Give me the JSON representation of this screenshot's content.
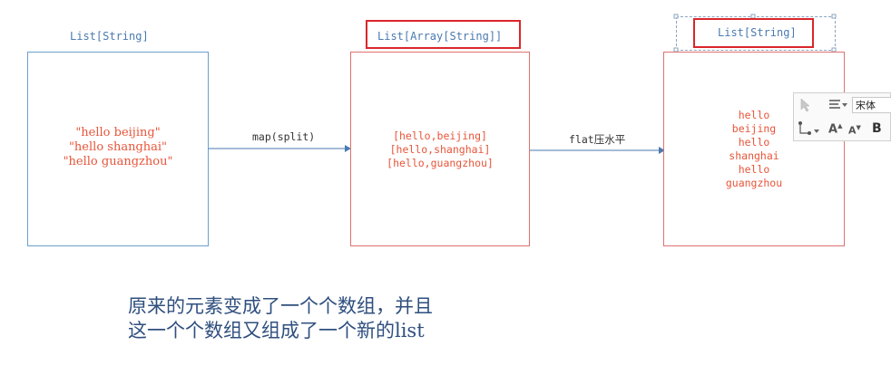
{
  "diagram": {
    "stages": [
      {
        "type_label": "List[String]",
        "lines": [
          "\"hello beijing\"",
          "\"hello shanghai\"",
          "\"hello guangzhou\""
        ]
      },
      {
        "type_label": "List[Array[String]]",
        "lines": [
          "[hello,beijing]",
          "[hello,shanghai]",
          "[hello,guangzhou]"
        ]
      },
      {
        "type_label": "List[String]",
        "lines": [
          "hello",
          "beijing",
          "hello",
          "shanghai",
          "hello",
          "guangzhou"
        ]
      }
    ],
    "arrows": [
      {
        "label": "map(split)"
      },
      {
        "label": "flat压水平"
      }
    ]
  },
  "note": {
    "line1": "原来的元素变成了一个个数组，并且",
    "line2": "这一个个数组又组成了一个新的list"
  },
  "toolbar": {
    "font_name": "宋体",
    "icons": [
      "cursor-icon",
      "align-icon",
      "connector-icon",
      "font-grow-icon",
      "font-shrink-icon",
      "bold-icon"
    ]
  },
  "colors": {
    "blue_box": "#6a9fce",
    "red_box": "#e07070",
    "content_text": "#e8553a",
    "highlight": "#d9262c",
    "note_text": "#2f4f7f"
  }
}
